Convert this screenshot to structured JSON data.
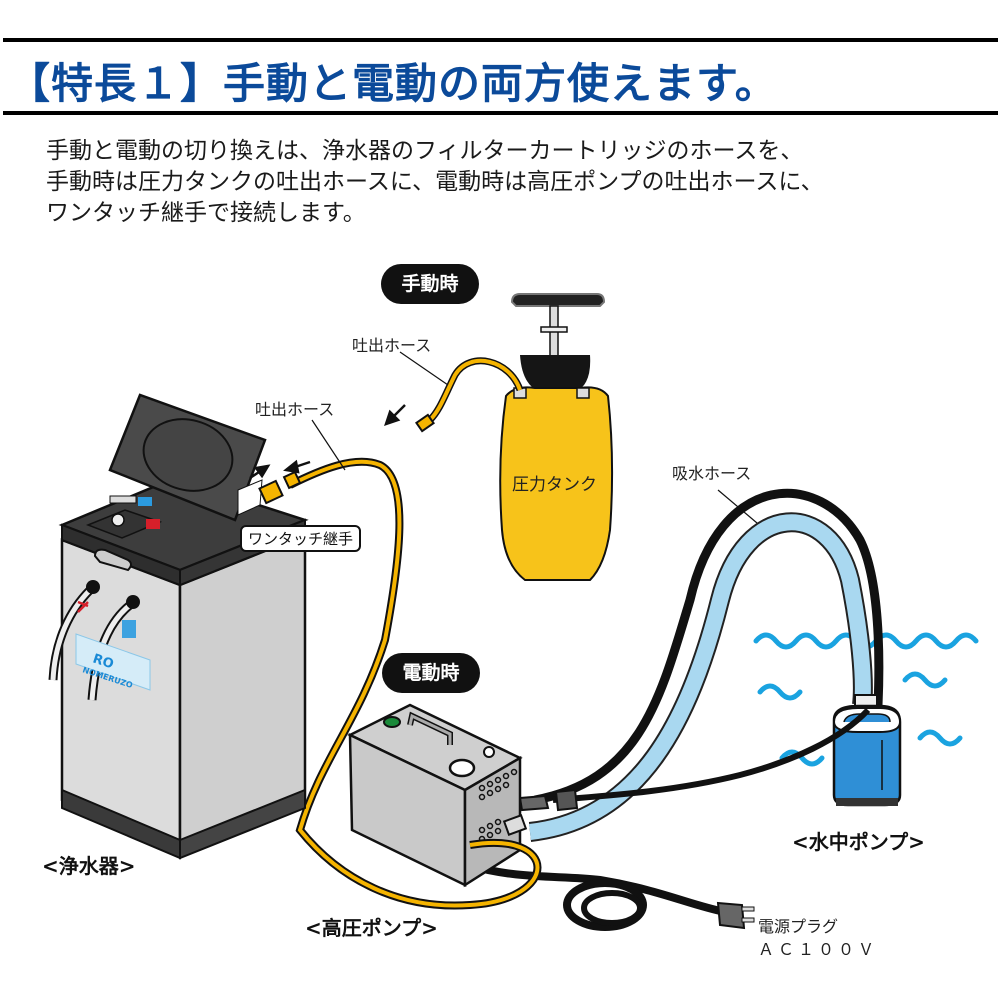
{
  "heading": "【特長１】手動と電動の両方使えます。",
  "intro": {
    "lines": [
      "手動と電動の切り換えは、浄水器のフィルターカートリッジのホースを、",
      "手動時は圧力タンクの吐出ホースに、電動時は高圧ポンプの吐出ホースに、",
      "ワンタッチ継手で接続します。"
    ]
  },
  "diagram": {
    "manual_mode_badge": "手動時",
    "electric_mode_badge": "電動時",
    "labels": {
      "tank_discharge_hose": "吐出ホース",
      "purifier_discharge_hose": "吐出ホース",
      "one_touch_coupling": "ワンタッチ継手",
      "pressure_tank": "圧力タンク",
      "suction_hose": "吸水ホース",
      "power_plug_line1": "電源プラグ",
      "power_plug_line2": "ＡＣ１００Ｖ"
    },
    "captions": {
      "purifier": "<浄水器>",
      "high_pressure_pump": "<高圧ポンプ>",
      "submersible_pump": "<水中ポンプ>"
    },
    "purifier_logo_text": [
      "RO",
      "NOMERUZO"
    ],
    "colors": {
      "heading": "#0b4a9a",
      "hose_yellow": "#f5b400",
      "tank_yellow": "#f7c31a",
      "suction_blue": "#a9d8f0",
      "pump_blue": "#2f8fd6",
      "water_wave": "#1aa3e0",
      "panel_dark": "#3d3d3d",
      "body_gray": "#d9d9d9"
    }
  }
}
